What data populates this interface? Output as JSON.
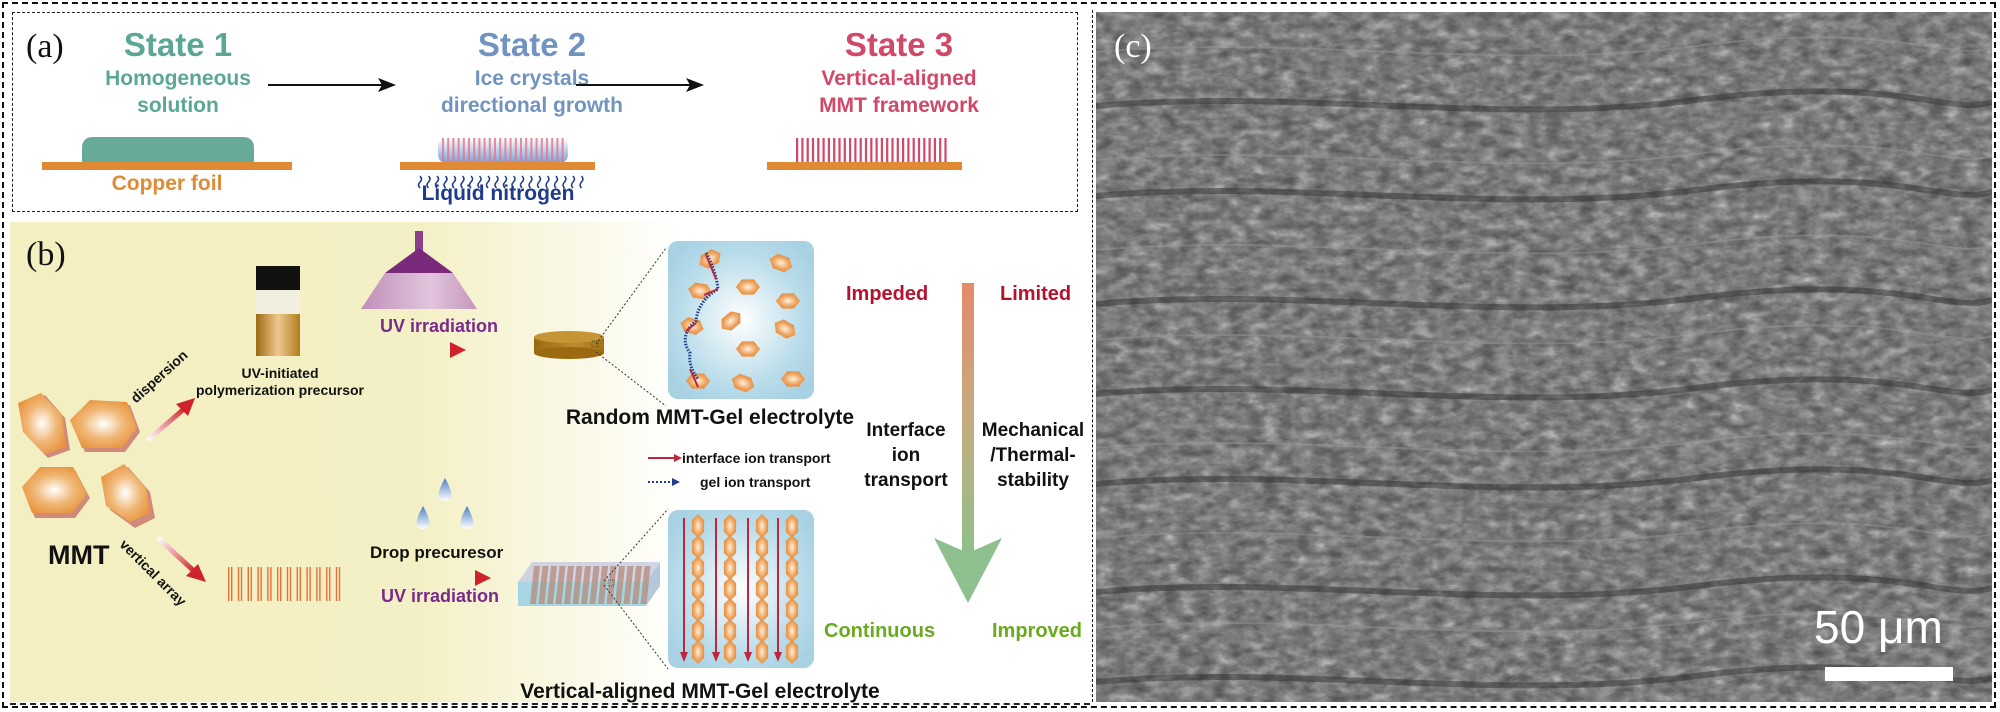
{
  "figure": {
    "panel_labels": {
      "a": "(a)",
      "b": "(b)",
      "c": "(c)"
    },
    "panel_a": {
      "states": [
        {
          "title": "State 1",
          "subtitle_line1": "Homogeneous",
          "subtitle_line2": "solution",
          "color": "#5ba696"
        },
        {
          "title": "State 2",
          "subtitle_line1": "Ice crystals",
          "subtitle_line2": "directional growth",
          "color": "#7193c0"
        },
        {
          "title": "State 3",
          "subtitle_line1": "Vertical-aligned",
          "subtitle_line2": "MMT framework",
          "color": "#d14868"
        }
      ],
      "copper_foil_label": "Copper foil",
      "liquid_nitrogen_label": "Liquid nitrogen",
      "colors": {
        "foil": "#e08a36",
        "nitrogen": "#1e3a8a"
      }
    },
    "panel_b": {
      "mmt_label": "MMT",
      "dispersion_label": "dispersion",
      "vertical_array_label": "vertical array",
      "precursor_label_line1": "UV-initiated",
      "precursor_label_line2": "polymerization precursor",
      "uv_irradiation_top": "UV irradiation",
      "drop_precursor": "Drop precuresor",
      "uv_irradiation_bottom": "UV irradiation",
      "random_caption": "Random MMT-Gel electrolyte",
      "vertical_caption": "Vertical-aligned MMT-Gel electrolyte",
      "legend": [
        {
          "symbol": "solid-red-arrow",
          "label": "interface ion transport"
        },
        {
          "symbol": "dotted-blue-arrow",
          "label": "gel ion transport"
        }
      ],
      "comparison": {
        "left_top": "Impeded",
        "right_top": "Limited",
        "left_mid_line1": "Interface",
        "left_mid_line2": "ion",
        "left_mid_line3": "transport",
        "right_mid_line1": "Mechanical",
        "right_mid_line2": "/Thermal-",
        "right_mid_line3": "stability",
        "left_bottom": "Continuous",
        "right_bottom": "Improved",
        "colors": {
          "bad": "#b5122e",
          "good": "#6aaa1e"
        }
      },
      "colors": {
        "uv_purple": "#7a2a8a",
        "arrow_red": "#d0222a",
        "mmt_orange": "#e8953f"
      }
    },
    "panel_c": {
      "scale_bar_label": "50 μm"
    }
  }
}
